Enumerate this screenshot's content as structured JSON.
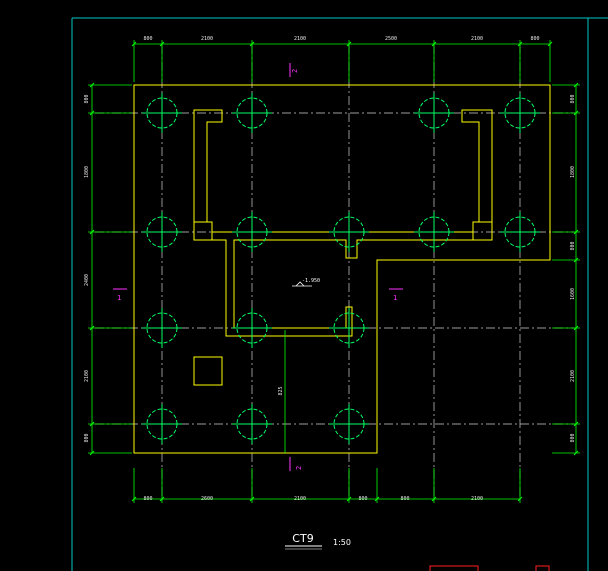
{
  "drawing": {
    "title": "CT9",
    "scale": "1:50",
    "note": "-1.950",
    "section_marks": {
      "left": "1",
      "right": "1",
      "top": "2",
      "bottom": "2"
    },
    "dims": {
      "top": [
        "800",
        "2100",
        "2100",
        "2500",
        "2100",
        "800"
      ],
      "bottom": [
        "800",
        "2600",
        "2100",
        "800",
        "800",
        "2100"
      ],
      "left": [
        "800",
        "1800",
        "2400",
        "2100",
        "800"
      ],
      "right": [
        "800",
        "1800",
        "800",
        "1600",
        "2100",
        "800"
      ],
      "inner": "825"
    }
  },
  "colors": {
    "background": "#000000",
    "frame": "#00c8c8",
    "slab": "#ffff00",
    "pile": "#00ff66",
    "axis": "#ffffff",
    "dimension": "#00ff00",
    "marker": "#ff33ff",
    "tag": "#ff2020"
  }
}
